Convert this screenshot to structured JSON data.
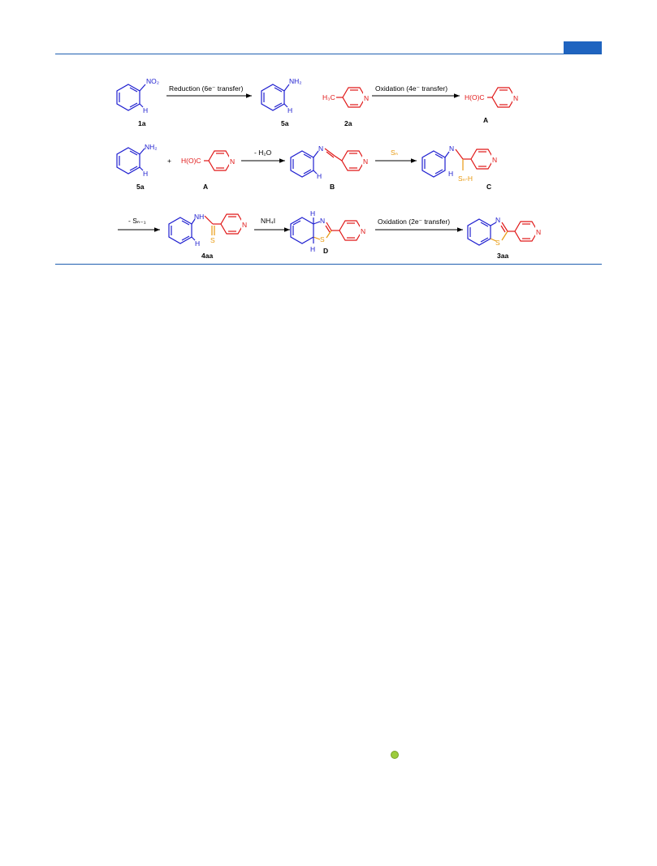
{
  "colors": {
    "rule": "#1f5fb0",
    "tab": "#1f64c0",
    "benzene_part": "#2020d0",
    "pyridine_part": "#e01818",
    "sulfur_part": "#e89a10",
    "dot": "#9ccc3c"
  },
  "arrows": {
    "reduction": "Reduction (6e⁻ transfer)",
    "oxidation_4e": "Oxidation (4e⁻ transfer)",
    "minus_water": "- H₂O",
    "sulfur": "Sₙ",
    "minus_sulfur": "- Sₙ₋₁",
    "ammonium_iodide": "NH₄I",
    "oxidation_2e": "Oxidation (2e⁻ transfer)"
  },
  "compounds": {
    "c1a": "1a",
    "c5a": "5a",
    "c2a": "2a",
    "cA": "A",
    "cB": "B",
    "cC": "C",
    "c4aa": "4aa",
    "cD": "D",
    "c3aa": "3aa"
  },
  "atoms": {
    "no2": "NO₂",
    "nh2": "NH₂",
    "h": "H",
    "n": "N",
    "s": "S",
    "nh": "NH",
    "h3c": "H₃C",
    "hoc": "H(O)C",
    "snh": "Sₙ-H",
    "plus": "+"
  }
}
